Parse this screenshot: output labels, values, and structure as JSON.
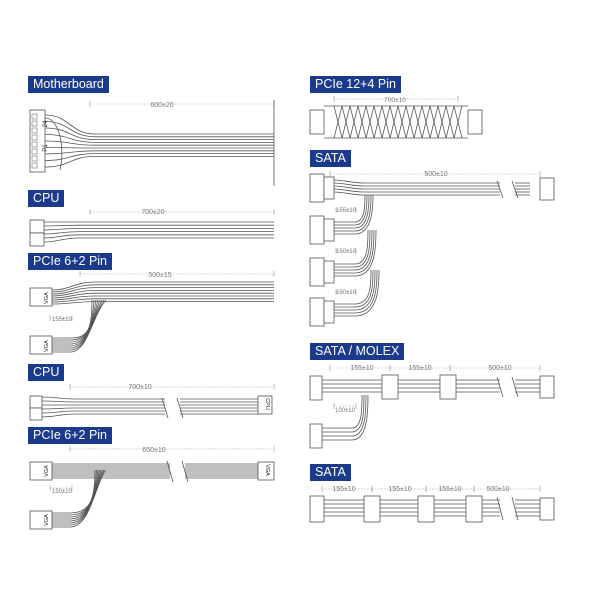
{
  "sections": {
    "motherboard": {
      "title": "Motherboard",
      "length": "600±20",
      "pin_top": "24",
      "pin_bottom": "P1"
    },
    "cpu1": {
      "title": "CPU",
      "length": "700±20"
    },
    "pcie1": {
      "title": "PCIe 6+2 Pin",
      "length": "500±15",
      "branch": "155±10",
      "tag_a": "VGA",
      "tag_b": "VGA"
    },
    "cpu2": {
      "title": "CPU",
      "length": "700±10",
      "tag_end": "CPU"
    },
    "pcie2": {
      "title": "PCIe 6+2 Pin",
      "length": "650±10",
      "branch": "150±10",
      "tag_a": "VGA",
      "tag_b": "VGA",
      "tag_end": "VGA"
    },
    "pcie124": {
      "title": "PCIe 12+4 Pin",
      "length": "700±10"
    },
    "sata1": {
      "title": "SATA",
      "length": "500±10",
      "branches": [
        "155±10",
        "150±10",
        "150±10"
      ]
    },
    "satamolex": {
      "title": "SATA / MOLEX",
      "lengths": [
        "155±10",
        "155±10",
        "500±10"
      ],
      "branch": "100±10"
    },
    "sata2": {
      "title": "SATA",
      "lengths": [
        "155±10",
        "155±10",
        "155±10",
        "500±10"
      ]
    }
  },
  "colors": {
    "title_bg": "#1b3a8c",
    "title_text": "#ffffff",
    "line": "#555555",
    "dim": "#9a9a9a"
  }
}
